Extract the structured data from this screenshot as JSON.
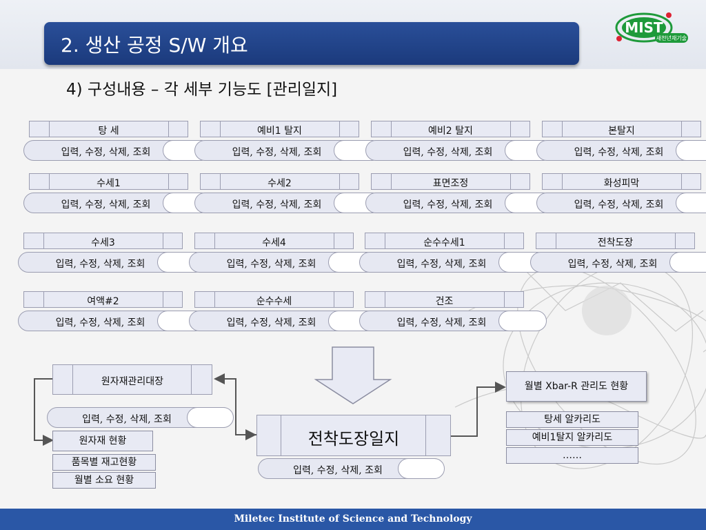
{
  "header": {
    "title": "2. 생산 공정 S/W 개요",
    "logo_text": "MIST",
    "logo_sub": "새천년재기술"
  },
  "subtitle": "4) 구성내용 – 각 세부 기능도 [관리일지]",
  "entities": [
    {
      "name": "탕  세",
      "ops": "입력, 수정, 삭제, 조회"
    },
    {
      "name": "예비1 탈지",
      "ops": "입력, 수정, 삭제, 조회"
    },
    {
      "name": "예비2 탈지",
      "ops": "입력, 수정, 삭제, 조회"
    },
    {
      "name": "본탈지",
      "ops": "입력, 수정, 삭제, 조회"
    },
    {
      "name": "수세1",
      "ops": "입력, 수정, 삭제, 조회"
    },
    {
      "name": "수세2",
      "ops": "입력, 수정, 삭제, 조회"
    },
    {
      "name": "표면조정",
      "ops": "입력, 수정, 삭제, 조회"
    },
    {
      "name": "화성피막",
      "ops": "입력, 수정, 삭제, 조회"
    },
    {
      "name": "수세3",
      "ops": "입력, 수정, 삭제, 조회"
    },
    {
      "name": "수세4",
      "ops": "입력, 수정, 삭제, 조회"
    },
    {
      "name": "순수수세1",
      "ops": "입력, 수정, 삭제, 조회"
    },
    {
      "name": "전착도장",
      "ops": "입력, 수정, 삭제, 조회"
    },
    {
      "name": "여액#2",
      "ops": "입력, 수정, 삭제, 조회"
    },
    {
      "name": "순수수세",
      "ops": "입력, 수정, 삭제, 조회"
    },
    {
      "name": "건조",
      "ops": "입력, 수정, 삭제, 조회"
    }
  ],
  "raw_material": {
    "name": "원자재관리대장",
    "ops": "입력, 수정, 삭제, 조회",
    "reports": [
      "원자재 현황",
      "품목별 재고현황",
      "월별 소요 현황"
    ]
  },
  "main": {
    "name": "전착도장일지",
    "ops": "입력, 수정, 삭제, 조회"
  },
  "right": {
    "chart_label": "월별 Xbar-R 관리도 현황",
    "items": [
      "탕세 알카리도",
      "예비1탈지 알카리도",
      "……"
    ]
  },
  "footer": "Miletec Institute of Science and Technology",
  "colors": {
    "title_bar": "#1b3a7c",
    "footer": "#2a57a6",
    "box_fill": "#e8eaf4"
  }
}
